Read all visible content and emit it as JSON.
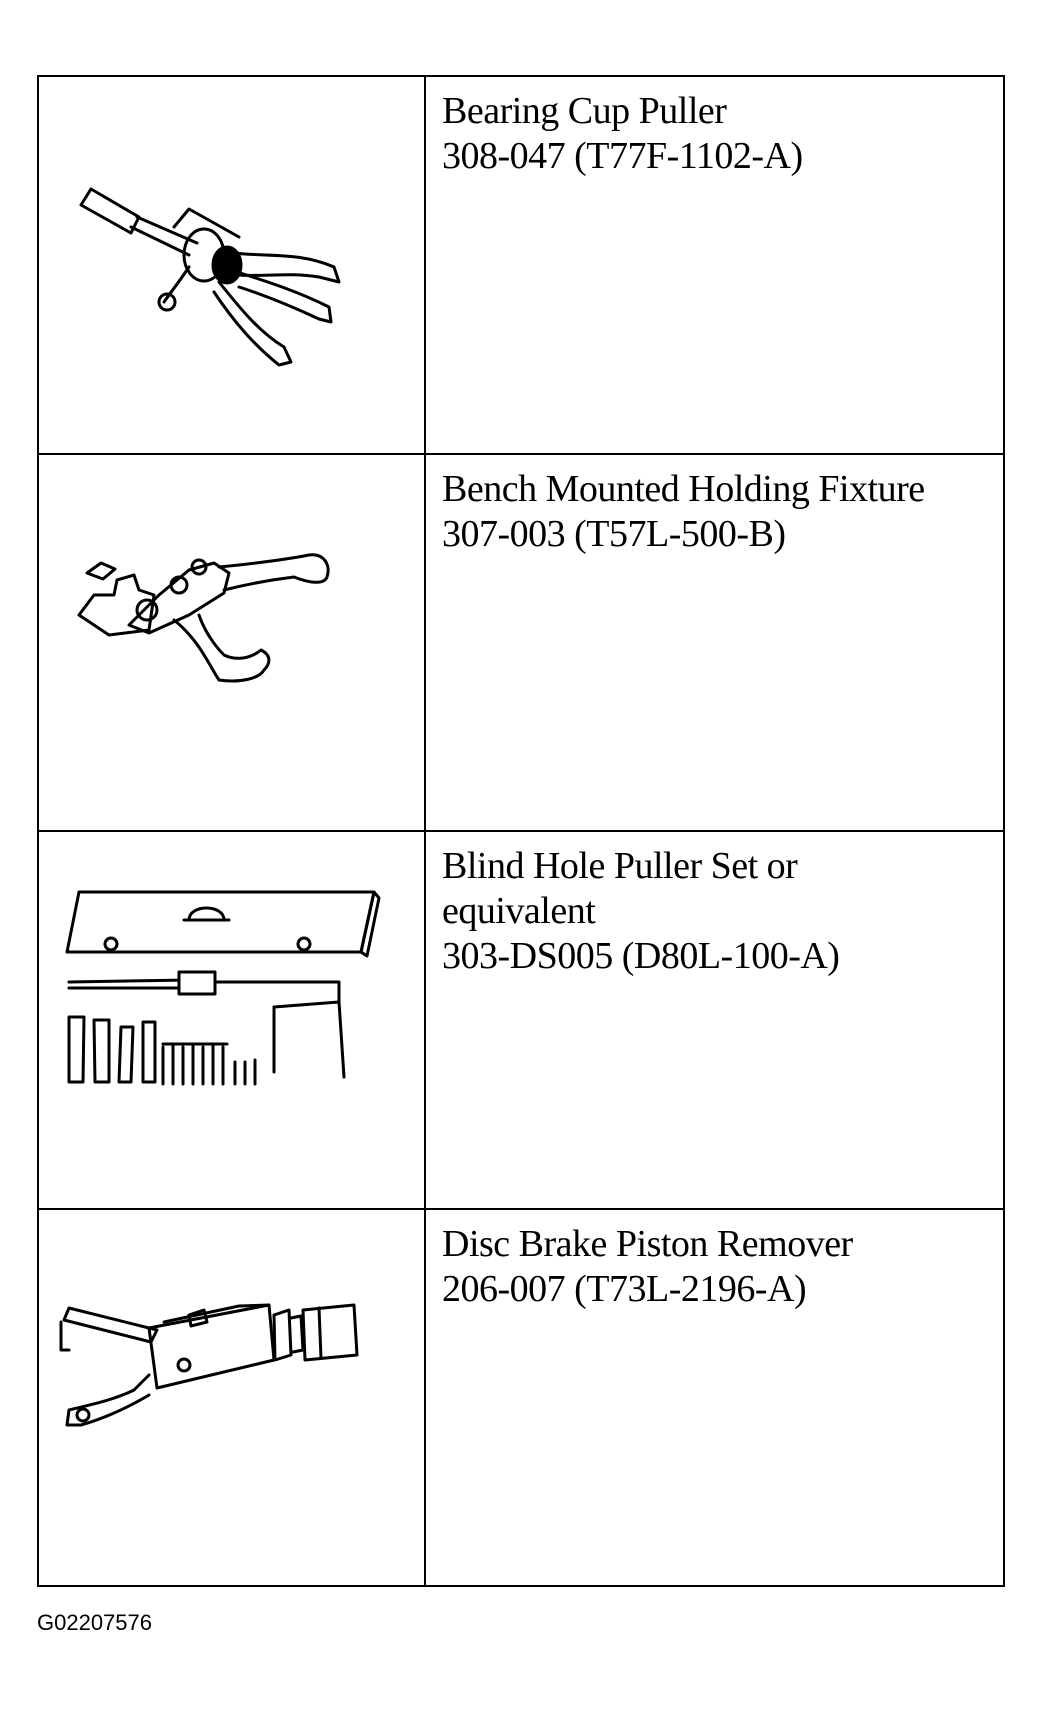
{
  "tools": [
    {
      "name": "Bearing Cup Puller",
      "number": "308-047 (T77F-1102-A)",
      "icon": "bearing-cup-puller-icon"
    },
    {
      "name": "Bench Mounted Holding Fixture",
      "number": "307-003 (T57L-500-B)",
      "icon": "holding-fixture-icon"
    },
    {
      "name_line1": "Blind Hole Puller Set or",
      "name_line2": "equivalent",
      "number": "303-DS005 (D80L-100-A)",
      "icon": "blind-hole-puller-set-icon"
    },
    {
      "name": "Disc Brake Piston Remover",
      "number": "206-007 (T73L-2196-A)",
      "icon": "disc-brake-piston-remover-icon"
    }
  ],
  "figure_id": "G02207576"
}
